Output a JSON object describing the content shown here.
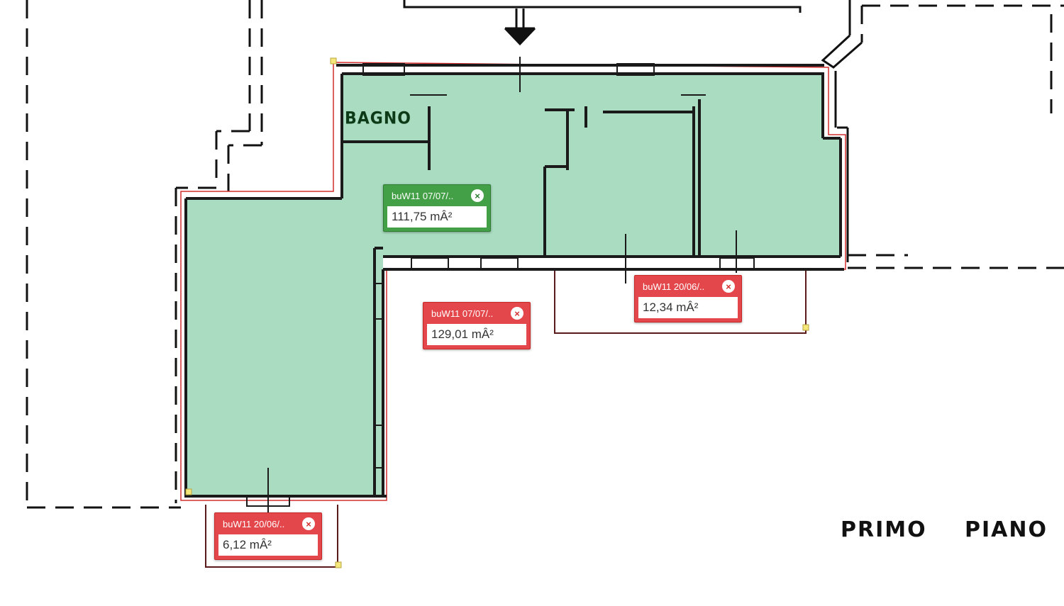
{
  "plan": {
    "room_label": "BAGNO",
    "floor_label_1": "PRIMO",
    "floor_label_2": "PIANO"
  },
  "measurements": [
    {
      "label": "buW11 07/07/..",
      "area": "111,75 mÂ²",
      "status": "green",
      "color": "#43a047"
    },
    {
      "label": "buW11 07/07/..",
      "area": "129,01 mÂ²",
      "status": "red",
      "color": "#e4474b"
    },
    {
      "label": "buW11 20/06/..",
      "area": "12,34 mÂ²",
      "status": "red",
      "color": "#e4474b"
    },
    {
      "label": "buW11 20/06/..",
      "area": "6,12 mÂ²",
      "status": "red",
      "color": "#e4474b"
    }
  ],
  "close_icon": "close-icon",
  "colors": {
    "area_fill": "#a9dcc0",
    "outline_red": "#d32f2f",
    "wall": "#111111"
  }
}
